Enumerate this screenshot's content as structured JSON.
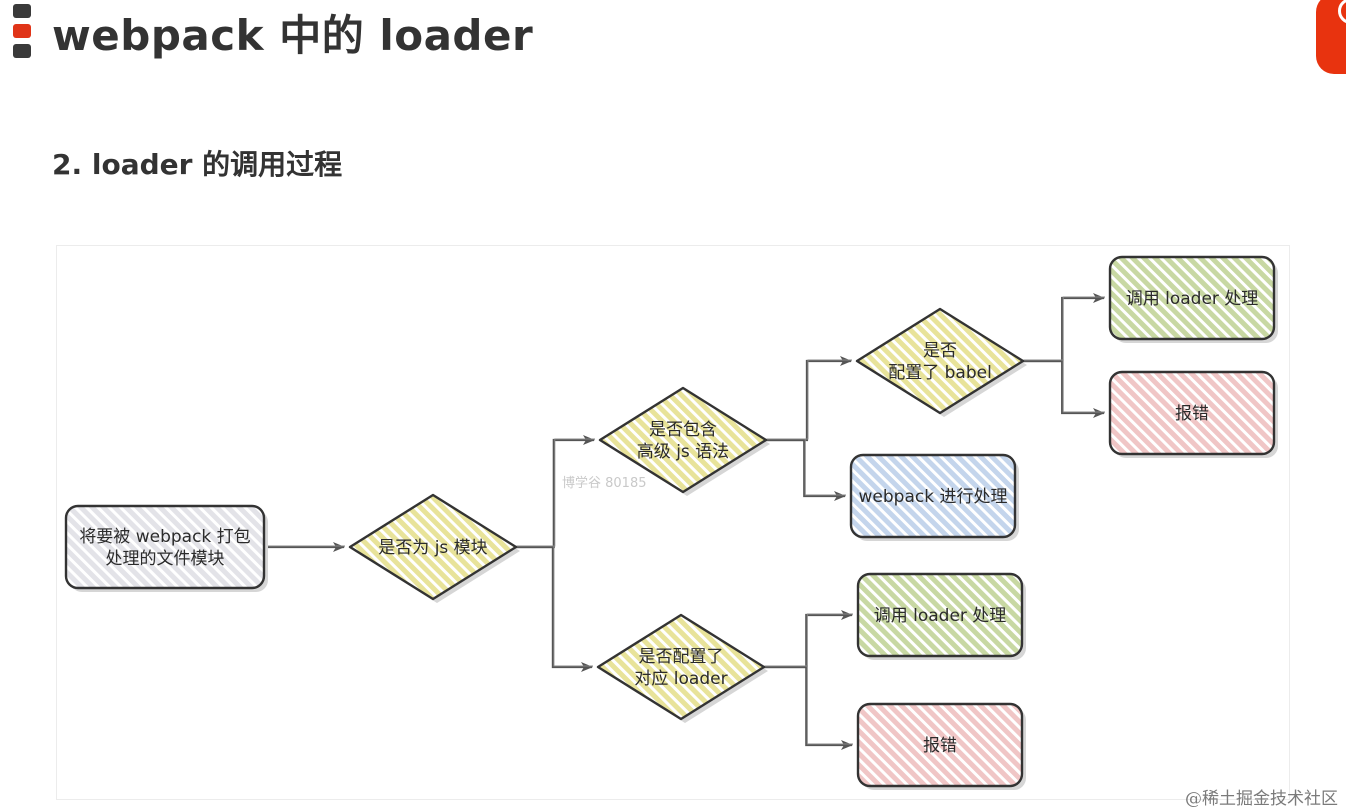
{
  "header": {
    "title": "webpack 中的 loader",
    "section_title": "2. loader 的调用过程"
  },
  "colors": {
    "accent": "#e03418",
    "gray_fill": "#e3e3e8",
    "yellow_fill": "#e8e39a",
    "green_fill": "#c8d8a3",
    "red_fill": "#f0c6c6",
    "blue_fill": "#c4d5ec",
    "stroke": "#333333"
  },
  "diagram": {
    "nodes": [
      {
        "id": "start",
        "shape": "rect",
        "fill": "gray",
        "lines": [
          "将要被 webpack 打包",
          "处理的文件模块"
        ]
      },
      {
        "id": "is-js",
        "shape": "diamond",
        "fill": "yellow",
        "lines": [
          "是否为 js 模块"
        ]
      },
      {
        "id": "advanced-syntax",
        "shape": "diamond",
        "fill": "yellow",
        "lines": [
          "是否包含",
          "高级 js 语法"
        ]
      },
      {
        "id": "has-loader",
        "shape": "diamond",
        "fill": "yellow",
        "lines": [
          "是否配置了",
          "对应 loader"
        ]
      },
      {
        "id": "babel-config",
        "shape": "diamond",
        "fill": "yellow",
        "lines": [
          "是否",
          "配置了 babel"
        ]
      },
      {
        "id": "webpack-handles",
        "shape": "rect",
        "fill": "blue",
        "lines": [
          "webpack 进行处理"
        ]
      },
      {
        "id": "call-loader-top",
        "shape": "rect",
        "fill": "green",
        "lines": [
          "调用 loader 处理"
        ]
      },
      {
        "id": "error-top",
        "shape": "rect",
        "fill": "red",
        "lines": [
          "报错"
        ]
      },
      {
        "id": "call-loader-bottom",
        "shape": "rect",
        "fill": "green",
        "lines": [
          "调用 loader 处理"
        ]
      },
      {
        "id": "error-bottom",
        "shape": "rect",
        "fill": "red",
        "lines": [
          "报错"
        ]
      }
    ],
    "edges": [
      {
        "from": "start",
        "to": "is-js"
      },
      {
        "from": "is-js",
        "to": "advanced-syntax"
      },
      {
        "from": "is-js",
        "to": "has-loader"
      },
      {
        "from": "advanced-syntax",
        "to": "babel-config"
      },
      {
        "from": "advanced-syntax",
        "to": "webpack-handles"
      },
      {
        "from": "babel-config",
        "to": "call-loader-top"
      },
      {
        "from": "babel-config",
        "to": "error-top"
      },
      {
        "from": "has-loader",
        "to": "call-loader-bottom"
      },
      {
        "from": "has-loader",
        "to": "error-bottom"
      }
    ]
  },
  "watermark": "博学谷 80185",
  "footer_credit": "@稀土掘金技术社区"
}
